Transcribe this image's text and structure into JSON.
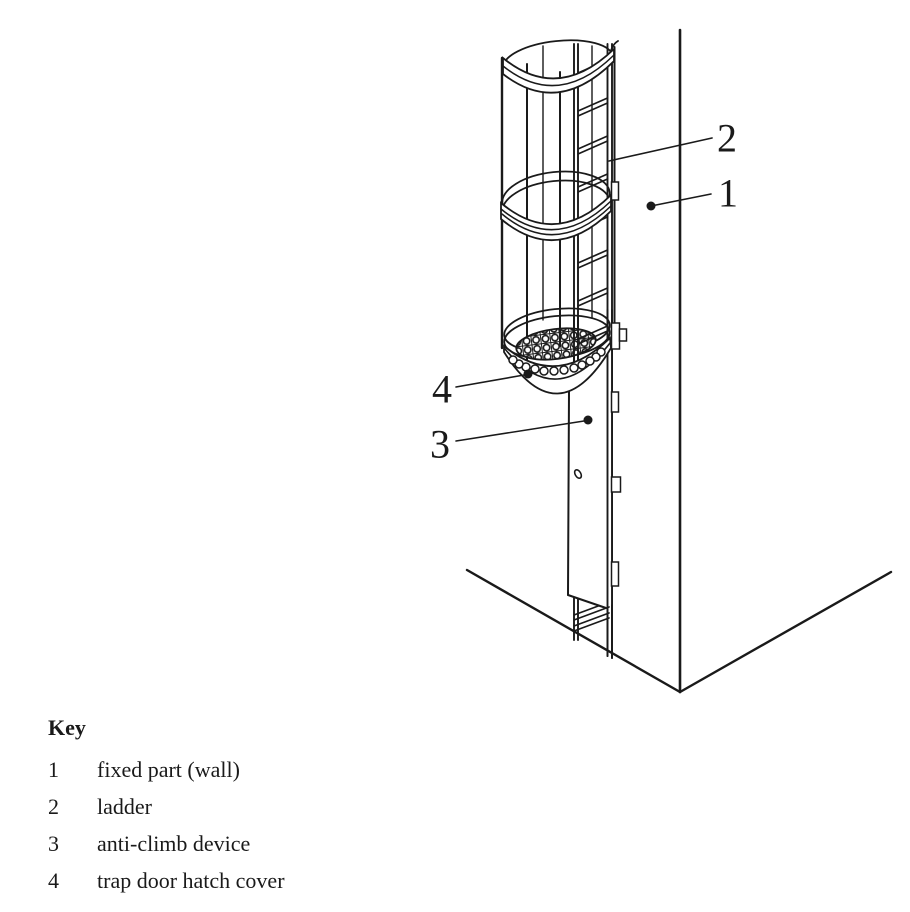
{
  "figure": {
    "description": "Isometric line drawing of a fixed vertical ladder with safety cage, anti-climb device and trap door hatch cover mounted on a wall corner",
    "callouts": [
      {
        "num": "1",
        "target": "fixed part (wall)"
      },
      {
        "num": "2",
        "target": "ladder"
      },
      {
        "num": "3",
        "target": "anti-climb device"
      },
      {
        "num": "4",
        "target": "trap door hatch cover"
      }
    ]
  },
  "key": {
    "heading": "Key",
    "items": [
      {
        "num": "1",
        "label": "fixed part (wall)"
      },
      {
        "num": "2",
        "label": "ladder"
      },
      {
        "num": "3",
        "label": "anti-climb device"
      },
      {
        "num": "4",
        "label": "trap door hatch cover"
      }
    ]
  },
  "colors": {
    "line": "#1a1a1a",
    "background": "#ffffff"
  }
}
